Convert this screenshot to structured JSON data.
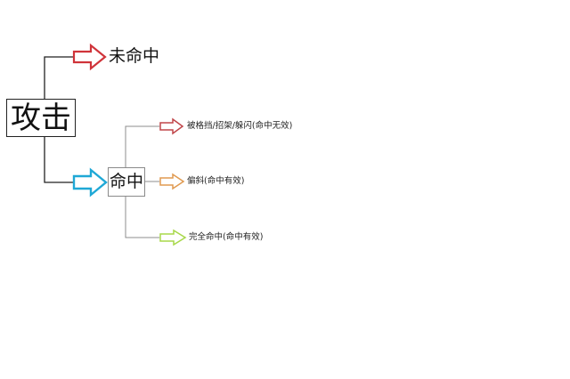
{
  "diagram": {
    "root": {
      "label": "攻击"
    },
    "miss": {
      "label": "未命中"
    },
    "hit": {
      "label": "命中"
    },
    "outcomes": [
      {
        "label": "被格挡/招架/躲闪(命中无效)"
      },
      {
        "label": "偏斜(命中有效)"
      },
      {
        "label": "完全命中(命中有效)"
      }
    ]
  },
  "colors": {
    "miss_arrow": "#d0343a",
    "hit_arrow": "#1fa8d6",
    "block_arrow": "#c0464a",
    "glance_arrow": "#e09a50",
    "full_arrow": "#a8d84a",
    "main_connector": "#222222",
    "sub_connector": "#8c8c8c"
  }
}
